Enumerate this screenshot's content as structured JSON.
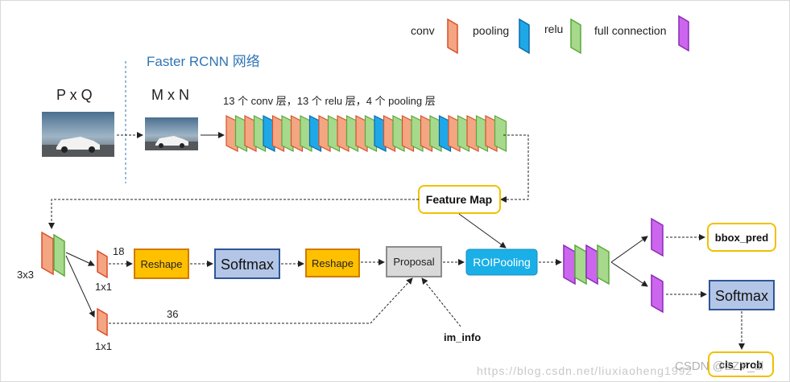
{
  "legend": {
    "conv": "conv",
    "pooling": "pooling",
    "relu": "relu",
    "full_connection": "full connection"
  },
  "title": "Faster RCNN 网络",
  "input_size": "P x Q",
  "resized_size": "M x N",
  "backbone_caption": "13 个 conv 层，13 个 relu 层，4 个 pooling 层",
  "backbone_layers": [
    "conv",
    "relu",
    "conv",
    "relu",
    "pool",
    "conv",
    "relu",
    "conv",
    "relu",
    "pool",
    "conv",
    "relu",
    "conv",
    "relu",
    "conv",
    "relu",
    "pool",
    "conv",
    "relu",
    "conv",
    "relu",
    "conv",
    "relu",
    "pool",
    "conv",
    "relu",
    "conv",
    "relu",
    "conv",
    "relu"
  ],
  "feature_map": "Feature Map",
  "rpn": {
    "conv3_label": "3x3",
    "cls_conv_label": "1x1",
    "reg_conv_label": "1x1",
    "cls_channels": "18",
    "reg_channels": "36",
    "reshape1": "Reshape",
    "softmax": "Softmax",
    "reshape2": "Reshape",
    "proposal": "Proposal",
    "im_info": "im_info"
  },
  "roi_pooling": "ROIPooling",
  "head": {
    "bbox_pred": "bbox_pred",
    "softmax": "Softmax",
    "cls_prob": "cls_prob"
  },
  "watermark": "https://blog.csdn.net/liuxiaoheng1992",
  "watermark_badge": "CSDN @ZZY_dl",
  "colors": {
    "conv": "#f4a582",
    "conv_edge": "#d94f2a",
    "relu": "#a6d98c",
    "relu_edge": "#5aa83a",
    "pool": "#1fa8e8",
    "pool_edge": "#0b6aa8",
    "fc": "#cc66ee",
    "fc_edge": "#8a2ab5",
    "reshape": "#ffc000",
    "reshape_edge": "#d07a00",
    "softmax": "#b4c6e7",
    "softmax_edge": "#2f5597",
    "roi": "#1aafe6",
    "highlight_border": "#f0c000",
    "title": "#2f75b5"
  }
}
